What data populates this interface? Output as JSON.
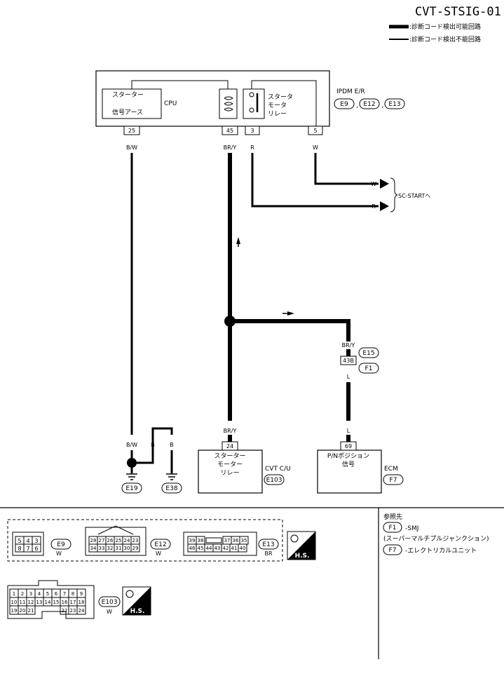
{
  "diagram_title": "CVT-STSIG-01",
  "legend": {
    "thick": ":診断コード検出可能回路",
    "thin": ":診断コード検出不能回路"
  },
  "ipdm": {
    "name": "IPDM E/R",
    "connectors": [
      "E9",
      "E12",
      "E13"
    ],
    "separator": ",",
    "starter_box_top": "スターター",
    "starter_box_bottom": "信号アース",
    "cpu_label": "CPU",
    "relay_label": [
      "スタータ",
      "モータ",
      "リレー"
    ],
    "pins": [
      "25",
      "45",
      "3",
      "5"
    ]
  },
  "wires": {
    "bw": "B/W",
    "bry": "BR/Y",
    "r": "R",
    "w": "W",
    "b": "B",
    "l": "L"
  },
  "sc_start": "SC-STARTへ",
  "joint": {
    "wire_top": "BR/Y",
    "pin": "43B",
    "connector_a": "E15",
    "connector_b": "F1",
    "wire_bottom": "L"
  },
  "ground_connectors": [
    "E19",
    "E38"
  ],
  "cvt": {
    "pin": "24",
    "lines": [
      "スターター",
      "モーター",
      "リレー"
    ],
    "name": "CVT C/U",
    "connector": "E103"
  },
  "ecm": {
    "pin": "69",
    "lines": [
      "P/Nポジション",
      "信号"
    ],
    "name": "ECM",
    "connector": "F7"
  },
  "references": {
    "heading": "参照先",
    "items": [
      {
        "code": "F1",
        "text": "-SMJ"
      },
      {
        "code": "",
        "text": "(スーパーマルチプルジャンクション)"
      },
      {
        "code": "F7",
        "text": "-エレクトリカルユニット"
      }
    ]
  },
  "connector_views": [
    {
      "id": "E9",
      "color": "W",
      "rows": [
        [
          "5",
          "4",
          "3"
        ],
        [
          "8",
          "7",
          "6"
        ]
      ]
    },
    {
      "id": "E12",
      "color": "W",
      "rows": [
        [
          "28",
          "27",
          "26",
          "25",
          "24",
          "23"
        ],
        [
          "34",
          "33",
          "32",
          "31",
          "30",
          "29"
        ]
      ]
    },
    {
      "id": "E13",
      "color": "BR",
      "rows": [
        [
          "39",
          "38",
          "",
          "37",
          "36",
          "35"
        ],
        [
          "46",
          "45",
          "44",
          "43",
          "42",
          "41",
          "40"
        ]
      ]
    },
    {
      "id": "E103",
      "color": "W",
      "rows": [
        [
          "1",
          "2",
          "3",
          "4",
          "5",
          "6",
          "7",
          "8",
          "9"
        ],
        [
          "10",
          "11",
          "12",
          "13",
          "14",
          "15",
          "16",
          "17",
          "18"
        ],
        [
          "19",
          "20",
          "21",
          "",
          "",
          "",
          "22",
          "23",
          "24"
        ]
      ]
    }
  ],
  "hs_label": "H.S."
}
